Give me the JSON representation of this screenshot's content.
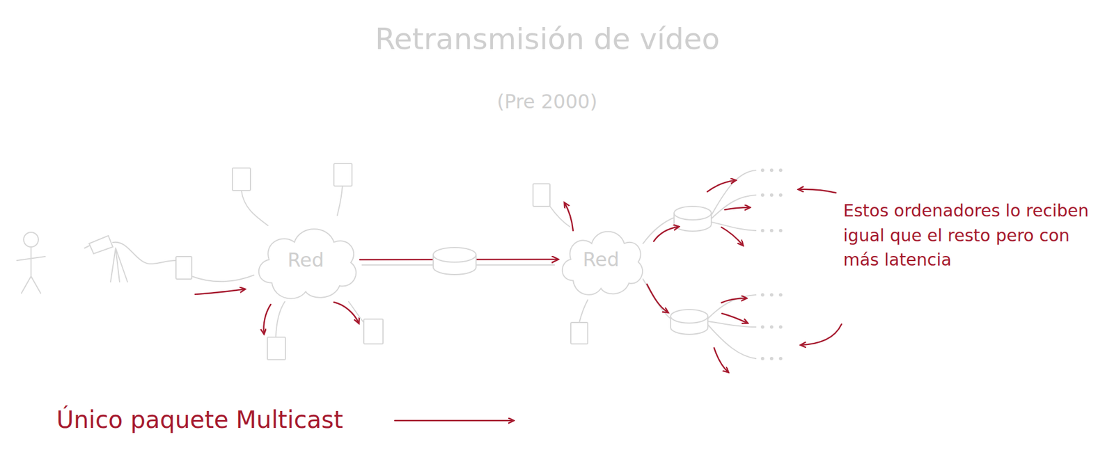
{
  "diagram": {
    "title": "Retransmisión de vídeo",
    "nodes": [
      {
        "text": [
          "Red"
        ]
      },
      {
        "text": [
          "Red"
        ]
      }
    ],
    "edges": [
      {
        "from": 0,
        "to": 1,
        "arrow": "to"
      }
    ],
    "labels": [
      "(Pre 2000)",
      "Estos ordenadores lo reciben igual que el resto pero con más latencia",
      "Único paquete Multicast"
    ]
  }
}
